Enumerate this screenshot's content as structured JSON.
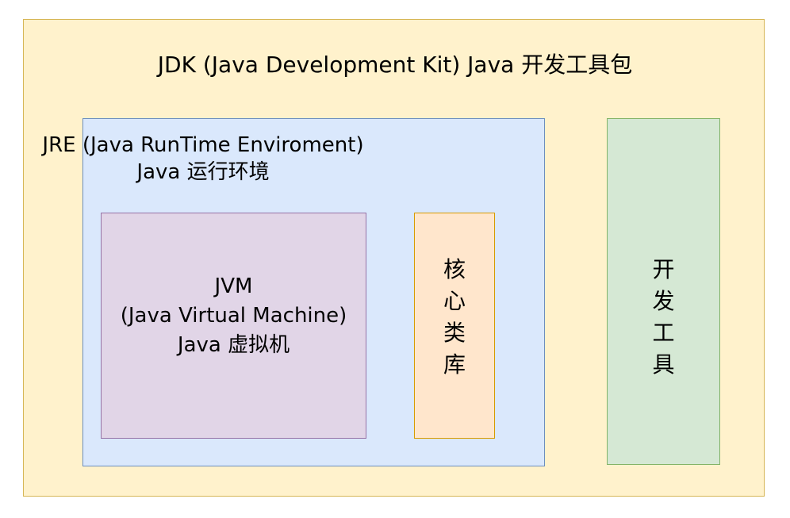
{
  "jdk": {
    "title": "JDK (Java Development Kit) Java 开发工具包"
  },
  "jre": {
    "title_line1": "JRE (Java RunTime Enviroment)",
    "title_line2": "Java 运行环境"
  },
  "jvm": {
    "line1": "JVM",
    "line2": "(Java Virtual Machine)",
    "line3": "Java 虚拟机"
  },
  "core_library": {
    "chars": [
      "核",
      "心",
      "类",
      "库"
    ]
  },
  "dev_tools": {
    "chars": [
      "开",
      "发",
      "工",
      "具"
    ]
  },
  "colors": {
    "jdk_fill": "#fff2cc",
    "jdk_border": "#d6b656",
    "jre_fill": "#dae8fc",
    "jre_border": "#6c8ebf",
    "jvm_fill": "#e1d5e7",
    "jvm_border": "#9673a6",
    "core_fill": "#ffe6cc",
    "core_border": "#d79b00",
    "tools_fill": "#d5e8d4",
    "tools_border": "#82b366"
  }
}
